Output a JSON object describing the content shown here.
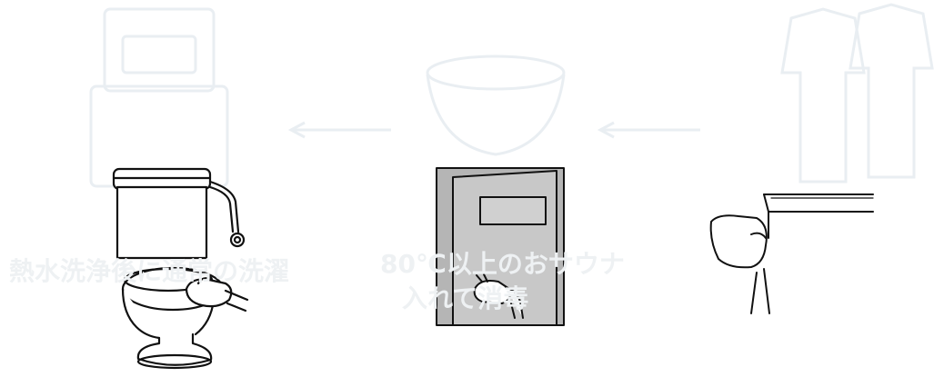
{
  "ghost_labels": {
    "left_caption": "熱水洗浄後に通常の洗濯",
    "center_caption_line1": "80℃以上のおサウナ",
    "center_caption_line2": "入れて消毒"
  },
  "colors": {
    "line": "#111111",
    "ghost": "#e9eef2",
    "panel_gray": "#b5b5b5",
    "panel_window": "#d0d0d0"
  },
  "icons": [
    "toilet-icon",
    "wiping-hand-icon",
    "door-panel-icon",
    "washing-machine-icon",
    "laundry-icon",
    "arrow-left-icon"
  ]
}
